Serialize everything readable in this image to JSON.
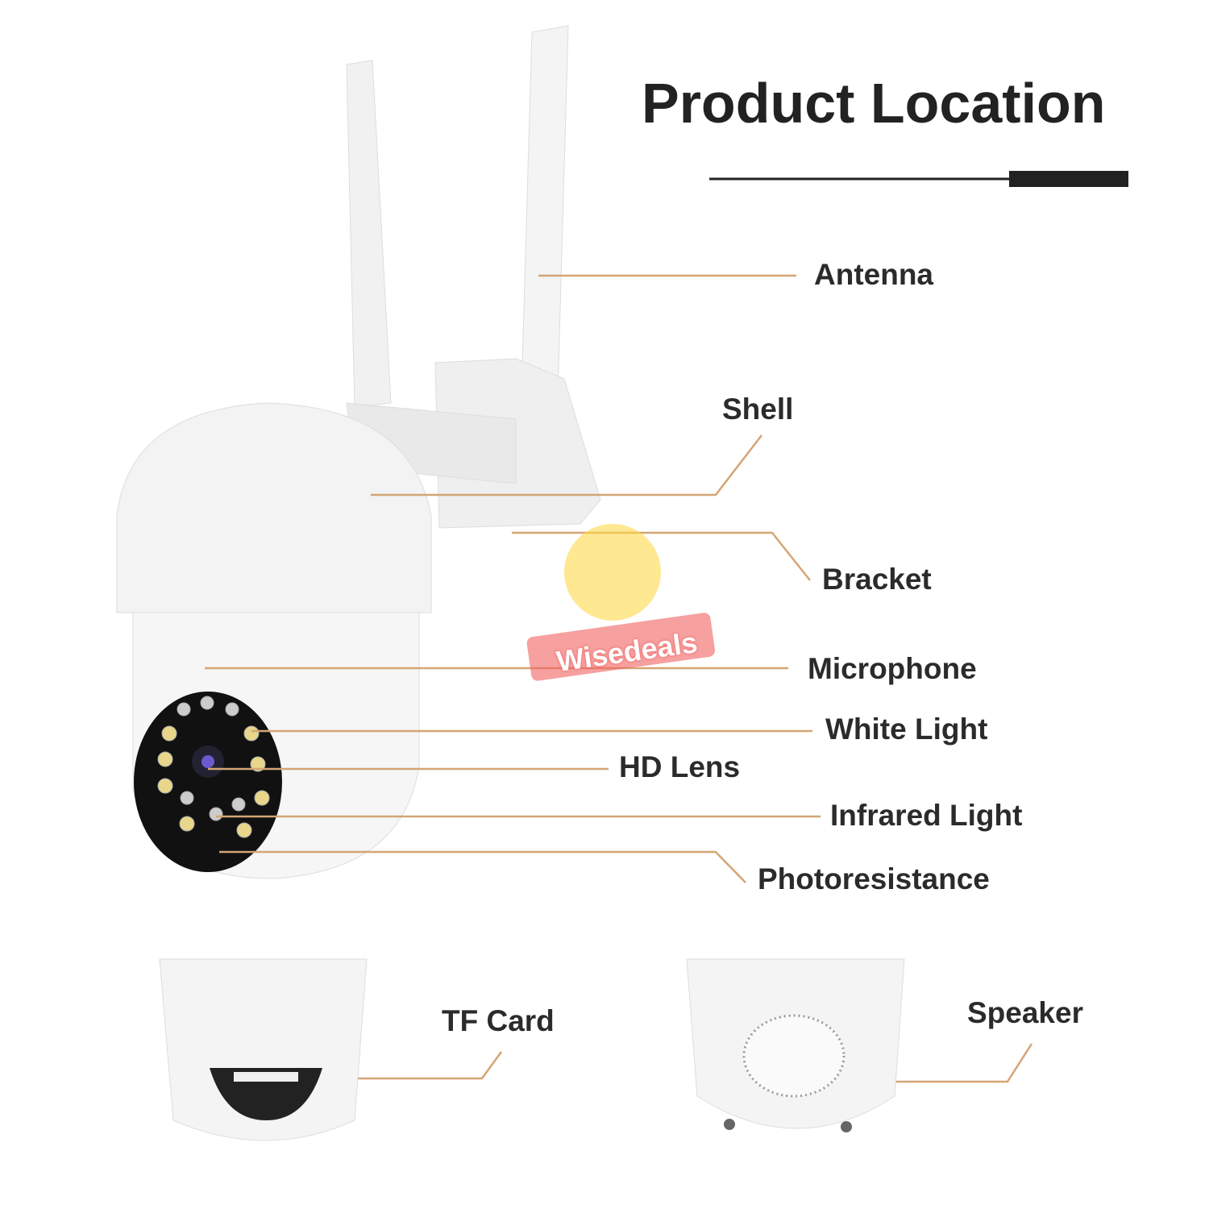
{
  "title": "Product Location",
  "labels": {
    "antenna": "Antenna",
    "shell": "Shell",
    "bracket": "Bracket",
    "microphone": "Microphone",
    "white_light": "White Light",
    "hd_lens": "HD Lens",
    "infrared_light": "Infrared Light",
    "photoresistance": "Photoresistance",
    "tf_card": "TF Card",
    "speaker": "Speaker"
  },
  "watermark": "Wisedeals",
  "colors": {
    "leader": "#d4a574",
    "text": "#2b2b2b"
  }
}
